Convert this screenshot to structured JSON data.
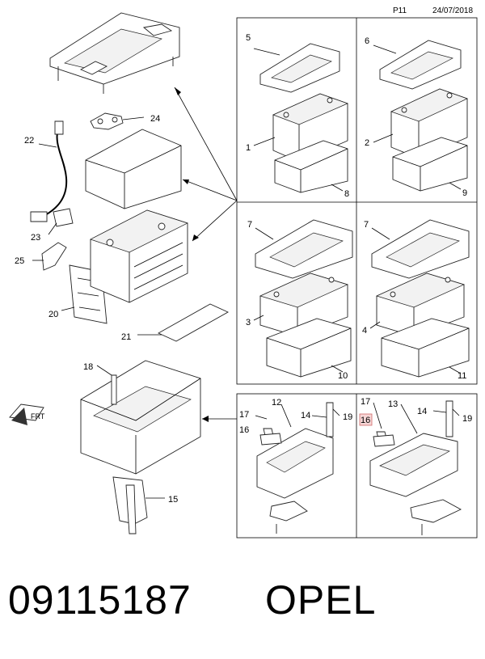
{
  "header": {
    "page": "P11",
    "date": "24/07/2018"
  },
  "callouts": {
    "c1": "1",
    "c2": "2",
    "c3": "3",
    "c4": "4",
    "c5": "5",
    "c6": "6",
    "c7a": "7",
    "c7b": "7",
    "c8": "8",
    "c9": "9",
    "c10": "10",
    "c11": "11",
    "c12": "12",
    "c13": "13",
    "c14a": "14",
    "c14b": "14",
    "c15": "15",
    "c16a": "16",
    "c16b": "16",
    "c17a": "17",
    "c17b": "17",
    "c18": "18",
    "c19a": "19",
    "c19b": "19",
    "c20": "20",
    "c21": "21",
    "c22": "22",
    "c23": "23",
    "c24": "24",
    "c25": "25"
  },
  "highlight_color": "#f6d6d6",
  "footer": {
    "part_number": "09115187",
    "brand": "OPEL"
  }
}
